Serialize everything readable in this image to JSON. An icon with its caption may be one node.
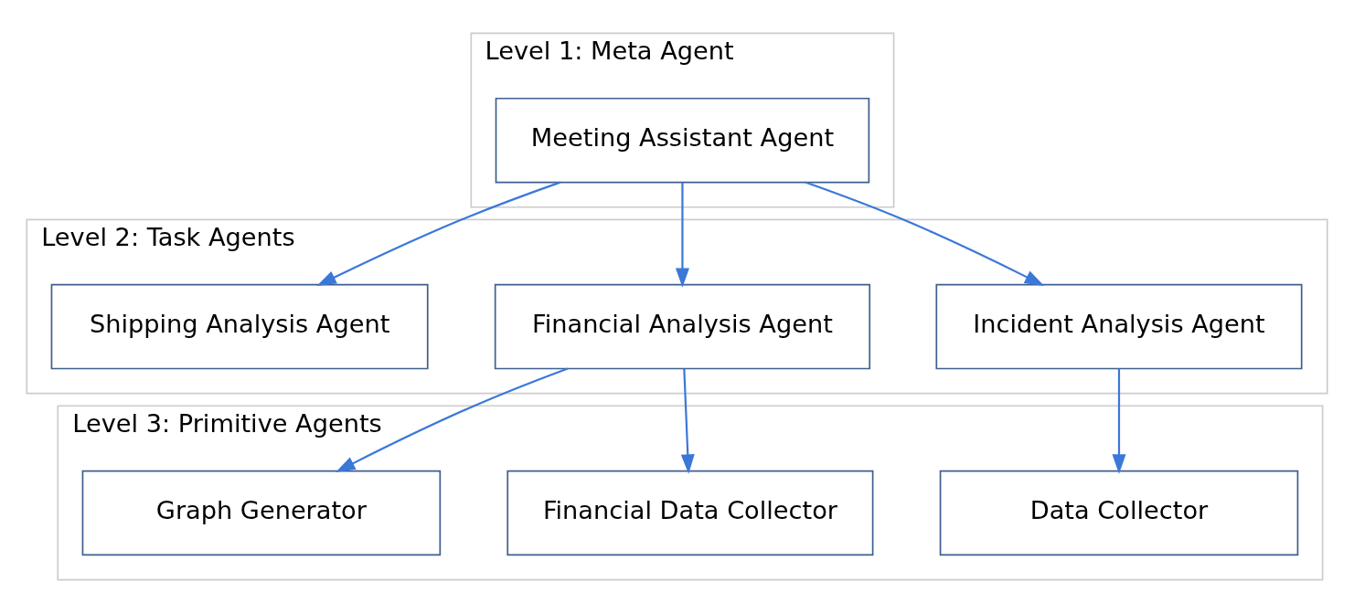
{
  "diagram": {
    "nodes": [
      {
        "text": [
          "Level 1: Meta Agent"
        ]
      },
      {
        "text": [
          "Meeting Assistant Agent"
        ],
        "in": 0
      },
      {
        "text": [
          "Level 2: Task Agents"
        ]
      },
      {
        "text": [
          "Incident Analysis Agent"
        ],
        "in": 2
      },
      {
        "text": [
          "Financial Analysis Agent"
        ],
        "in": 2
      },
      {
        "text": [
          "Shipping Analysis Agent"
        ],
        "in": 2
      },
      {
        "text": [
          "Level 3: Primitive Agents"
        ]
      },
      {
        "text": [
          "Data Collector"
        ],
        "in": 6
      },
      {
        "text": [
          "Financial Data Collector"
        ],
        "in": 6
      },
      {
        "text": [
          "Graph Generator"
        ],
        "in": 6
      }
    ],
    "edges": [
      {
        "from": 1,
        "to": 3,
        "arrow": "to"
      },
      {
        "from": 1,
        "to": 4,
        "arrow": "to"
      },
      {
        "from": 1,
        "to": 5,
        "arrow": "to"
      },
      {
        "from": 3,
        "to": 7,
        "arrow": "to"
      },
      {
        "from": 4,
        "to": 8,
        "arrow": "to"
      },
      {
        "from": 4,
        "to": 9,
        "arrow": "to"
      }
    ]
  }
}
